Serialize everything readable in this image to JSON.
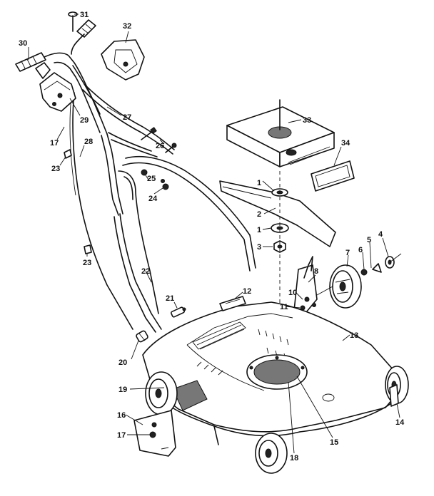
{
  "callouts": [
    {
      "id": "c31",
      "text": "31"
    },
    {
      "id": "c32",
      "text": "32"
    },
    {
      "id": "c30",
      "text": "30"
    },
    {
      "id": "c29",
      "text": "29"
    },
    {
      "id": "c27",
      "text": "27"
    },
    {
      "id": "c17a",
      "text": "17"
    },
    {
      "id": "c28",
      "text": "28"
    },
    {
      "id": "c26",
      "text": "26"
    },
    {
      "id": "c23a",
      "text": "23"
    },
    {
      "id": "c25",
      "text": "25"
    },
    {
      "id": "c24",
      "text": "24"
    },
    {
      "id": "c33",
      "text": "33"
    },
    {
      "id": "c34",
      "text": "34"
    },
    {
      "id": "c1a",
      "text": "1"
    },
    {
      "id": "c2",
      "text": "2"
    },
    {
      "id": "c1b",
      "text": "1"
    },
    {
      "id": "c3",
      "text": "3"
    },
    {
      "id": "c5",
      "text": "5"
    },
    {
      "id": "c4",
      "text": "4"
    },
    {
      "id": "c7",
      "text": "7"
    },
    {
      "id": "c6",
      "text": "6"
    },
    {
      "id": "c8",
      "text": "8"
    },
    {
      "id": "c23b",
      "text": "23"
    },
    {
      "id": "c22",
      "text": "22"
    },
    {
      "id": "c12",
      "text": "12"
    },
    {
      "id": "c10",
      "text": "10"
    },
    {
      "id": "c11",
      "text": "11"
    },
    {
      "id": "c21",
      "text": "21"
    },
    {
      "id": "c13",
      "text": "13"
    },
    {
      "id": "c20",
      "text": "20"
    },
    {
      "id": "c19",
      "text": "19"
    },
    {
      "id": "c16",
      "text": "16"
    },
    {
      "id": "c17b",
      "text": "17"
    },
    {
      "id": "c14",
      "text": "14"
    },
    {
      "id": "c15",
      "text": "15"
    },
    {
      "id": "c18",
      "text": "18"
    }
  ]
}
